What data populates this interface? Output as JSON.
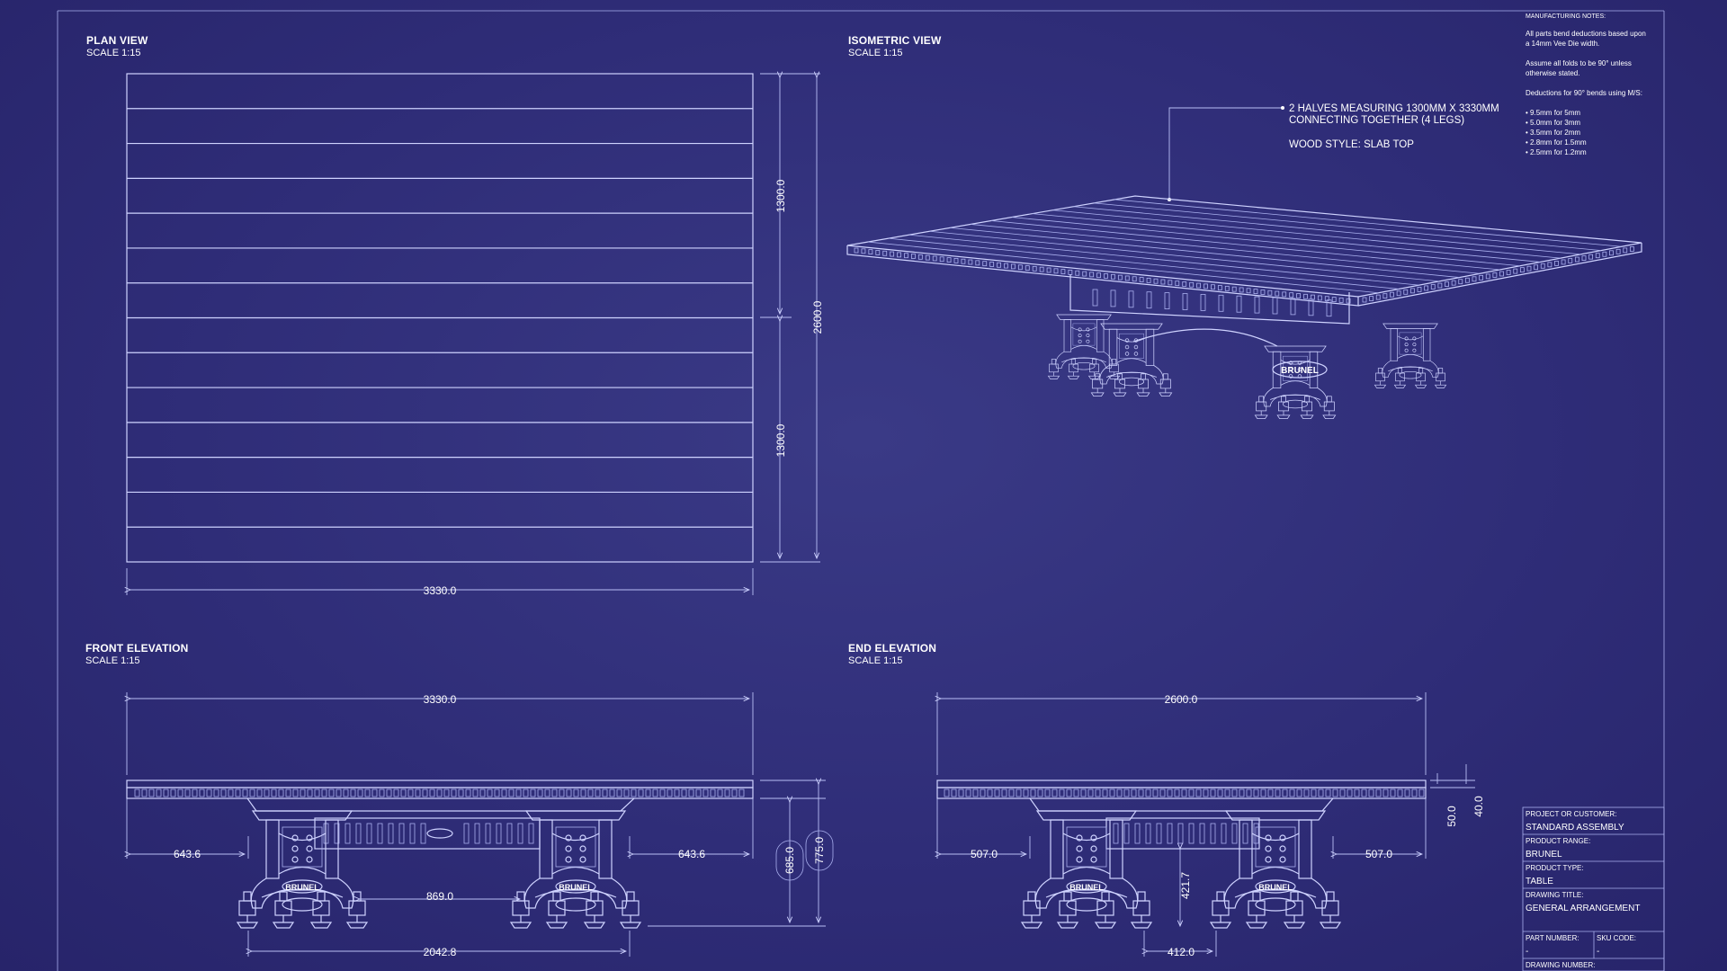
{
  "views": {
    "plan": {
      "title": "PLAN VIEW",
      "scale": "SCALE 1:15"
    },
    "isometric": {
      "title": "ISOMETRIC VIEW",
      "scale": "SCALE 1:15"
    },
    "front": {
      "title": "FRONT ELEVATION",
      "scale": "SCALE 1:15"
    },
    "end": {
      "title": "END ELEVATION",
      "scale": "SCALE 1:15"
    }
  },
  "plan_dims": {
    "half_a": "1300.0",
    "half_b": "1300.0",
    "total_width": "2600.0",
    "length": "3330.0"
  },
  "front_dims": {
    "length": "3330.0",
    "overhang_left": "643.6",
    "overhang_right": "643.6",
    "leg_span": "869.0",
    "base_span": "2042.8",
    "height_under": "685.0",
    "height_total": "775.0"
  },
  "end_dims": {
    "width": "2600.0",
    "overhang_left": "507.0",
    "overhang_right": "507.0",
    "beam_height": "421.7",
    "beam_width": "412.0",
    "top_thickness": "50.0",
    "skirt": "40.0"
  },
  "iso_notes": {
    "line1": "2 HALVES MEASURING 1300MM X 3330MM",
    "line2": "CONNECTING TOGETHER (4 LEGS)",
    "line3": "WOOD STYLE: SLAB TOP"
  },
  "manufacturing": {
    "heading": "MANUFACTURING NOTES:",
    "p1a": "All parts bend deductions based upon",
    "p1b": "a 14mm Vee Die width.",
    "p2a": "Assume all folds to be 90° unless",
    "p2b": "otherwise stated.",
    "p3": "Deductions for 90° bends using M/S:",
    "items": [
      "• 9.5mm for 5mm",
      "• 5.0mm for 3mm",
      "• 3.5mm for 2mm",
      "• 2.8mm for 1.5mm",
      "• 2.5mm for 1.2mm"
    ]
  },
  "title_block": {
    "project_label": "PROJECT OR CUSTOMER:",
    "project": "STANDARD ASSEMBLY",
    "range_label": "PRODUCT RANGE:",
    "range": "BRUNEL",
    "type_label": "PRODUCT TYPE:",
    "type": "TABLE",
    "drawing_label": "DRAWING TITLE:",
    "drawing": "GENERAL ARRANGEMENT",
    "part_label": "PART NUMBER:",
    "part": "-",
    "sku_label": "SKU CODE:",
    "sku": "-",
    "drawing_number_label": "DRAWING NUMBER:"
  },
  "brand": "BRUNEL"
}
